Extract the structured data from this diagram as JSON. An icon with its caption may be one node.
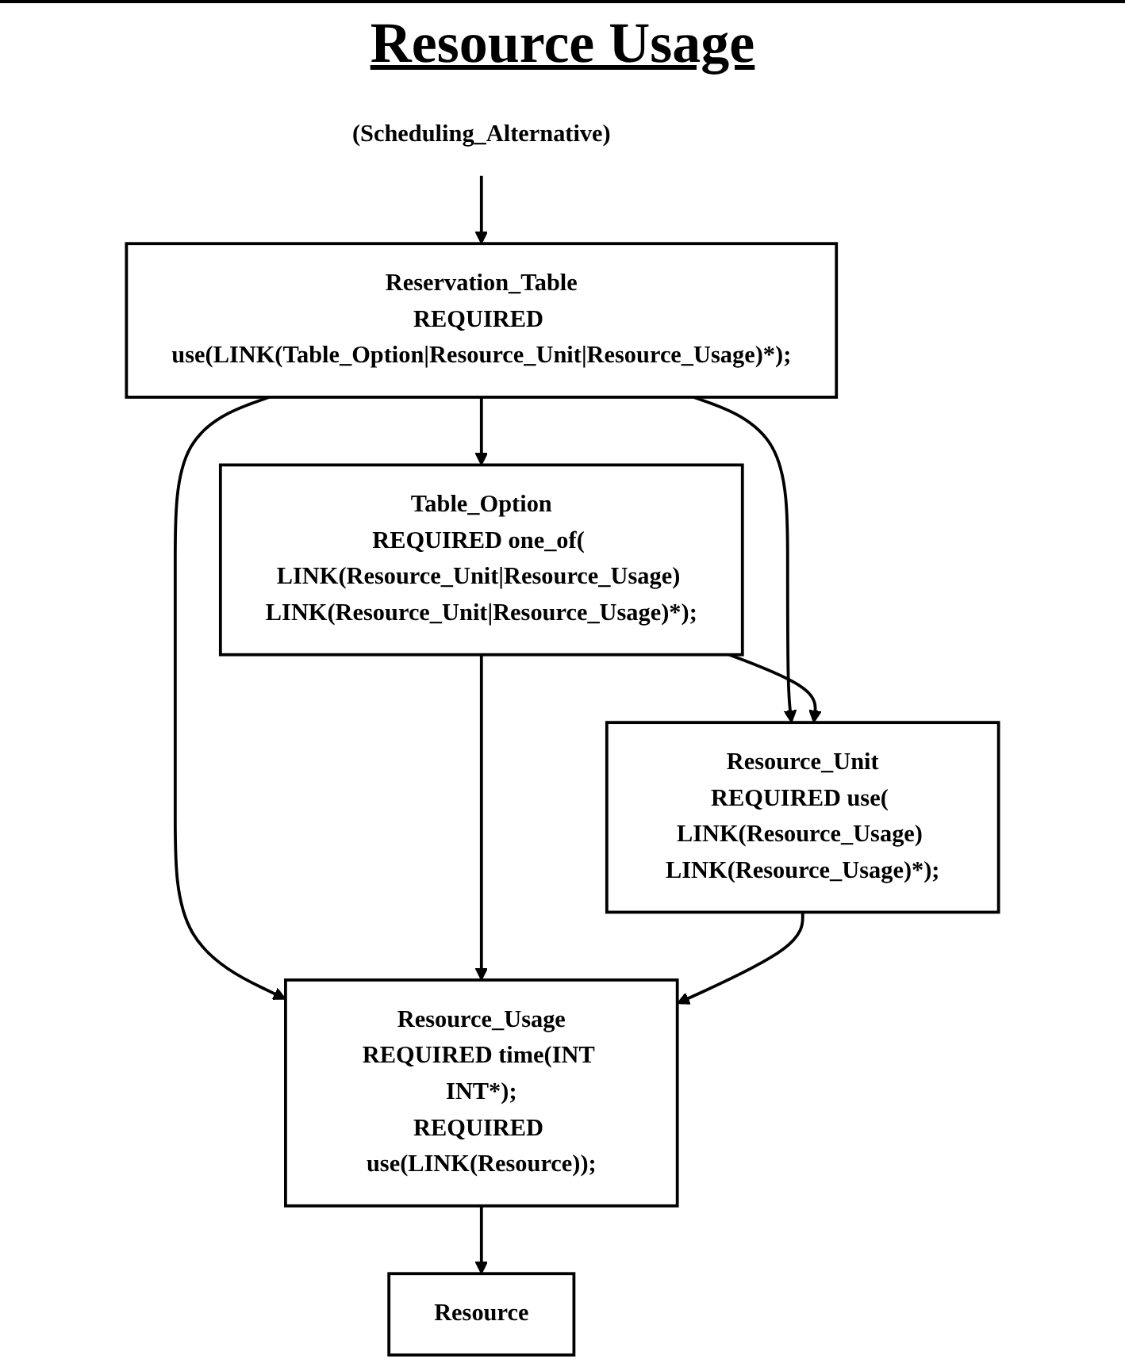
{
  "diagram": {
    "title": "Resource Usage",
    "nodes": [
      {
        "text": [
          "(Scheduling_Alternative)"
        ]
      },
      {
        "text": [
          "Reservation_Table",
          "REQUIRED use(LINK(Table_Option|Resource_Unit|Resource_Usage)*);"
        ]
      },
      {
        "text": [
          "Table_Option",
          "REQUIRED one_of( LINK(Resource_Unit|Resource_Usage) LINK(Resource_Unit|Resource_Usage)*);"
        ]
      },
      {
        "text": [
          "Resource_Unit",
          "REQUIRED use( LINK(Resource_Usage) LINK(Resource_Usage)*);"
        ]
      },
      {
        "text": [
          "Resource_Usage",
          "REQUIRED time(INT INT*);",
          "REQUIRED use(LINK(Resource));"
        ]
      },
      {
        "text": [
          "Resource"
        ]
      }
    ],
    "edges": [
      {
        "from": 0,
        "to": 1,
        "arrow": "to"
      },
      {
        "from": 1,
        "to": 2,
        "arrow": "to"
      },
      {
        "from": 1,
        "to": 3,
        "arrow": "to"
      },
      {
        "from": 1,
        "to": 4,
        "arrow": "to"
      },
      {
        "from": 2,
        "to": 3,
        "arrow": "to"
      },
      {
        "from": 2,
        "to": 4,
        "arrow": "to"
      },
      {
        "from": 3,
        "to": 4,
        "arrow": "to"
      },
      {
        "from": 4,
        "to": 5,
        "arrow": "to"
      }
    ]
  }
}
